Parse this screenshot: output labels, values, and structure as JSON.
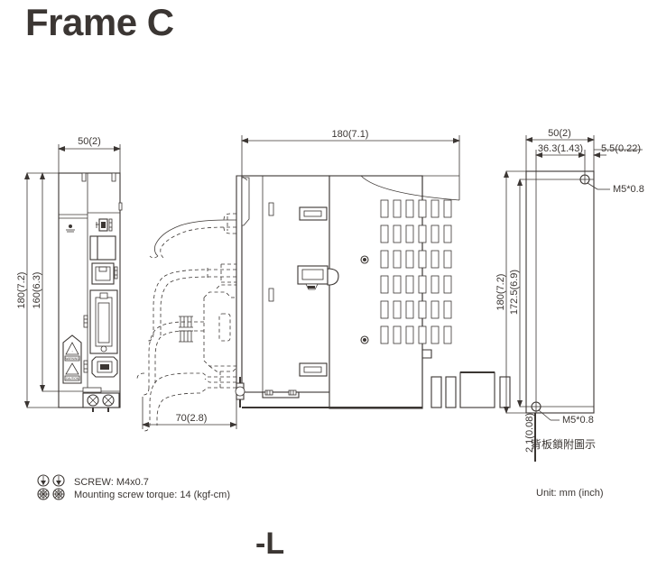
{
  "page": {
    "title": "Frame C",
    "model_label": "-L",
    "unit_note": "Unit: mm (inch)"
  },
  "notes": {
    "screw_line": "SCREW: M4x0.7",
    "torque_line": "Mounting screw torque: 14 (kgf-cm)"
  },
  "views": {
    "front": {
      "name": "front-view",
      "dimensions": {
        "width_top": "50(2)",
        "height_overall": "180(7.2)",
        "height_inner": "160(6.3)"
      }
    },
    "side": {
      "name": "side-view",
      "dimensions": {
        "depth_overall": "180(7.1)",
        "depth_front": "70(2.8)"
      }
    },
    "rear": {
      "name": "rear-mounting-view",
      "caption": "背板鎖附圖示",
      "dimensions": {
        "width": "50(2)",
        "hole_span": "36.3(1.43)",
        "edge_offset": "5.5(0.22)",
        "height_overall": "180(7.2)",
        "hole_span_vertical": "172.5(6.9)",
        "bottom_offset": "2.1(0.08)"
      },
      "callouts": {
        "top_screw": "M5*0.8",
        "bottom_screw": "M5*0.8"
      }
    }
  },
  "icons": {
    "screw_icon": "screw-head-icon",
    "torque_icon": "torque-screw-icon",
    "warning_icon": "warning-triangle-icon",
    "hot_surface_icon": "hot-surface-icon",
    "usb_icon": "usb-port-icon",
    "ethernet_icon": "ethernet-port-icon",
    "charge_led_icon": "charge-indicator-icon"
  },
  "colors": {
    "ink": "#3b3633",
    "light_ink": "#77726e"
  }
}
